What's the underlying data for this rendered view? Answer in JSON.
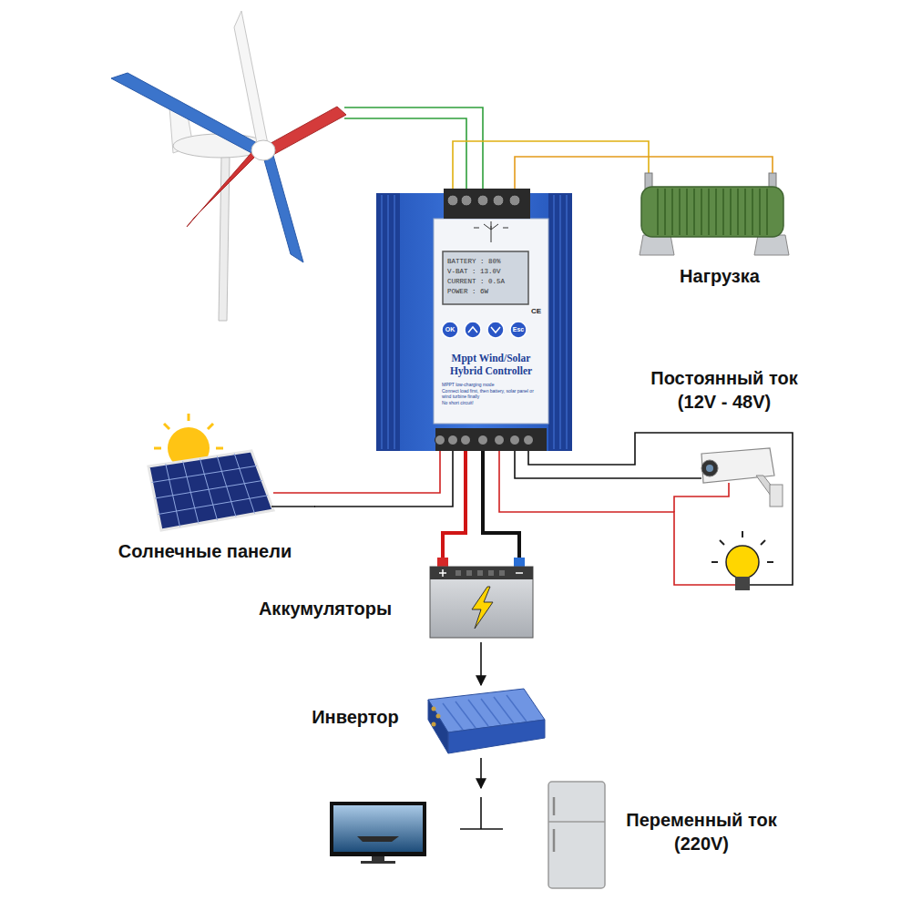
{
  "diagram": {
    "nodes": [
      {
        "text": [
          "Mppt Wind/Solar Hybrid Controller"
        ]
      },
      {
        "text": [
          "Нагрузка"
        ]
      },
      {
        "text": [
          "Постоянный ток (12V - 48V)"
        ]
      },
      {
        "text": [
          "Солнечные панели"
        ]
      },
      {
        "text": [
          "Аккумуляторы"
        ]
      },
      {
        "text": [
          "Инвертор"
        ]
      },
      {
        "text": [
          "Переменный ток (220V)"
        ]
      }
    ],
    "edges": [
      {
        "from": 0,
        "to": 1,
        "arrow": "none"
      },
      {
        "from": 0,
        "to": 2,
        "arrow": "none"
      },
      {
        "from": 3,
        "to": 0,
        "arrow": "none"
      },
      {
        "from": 0,
        "to": 4,
        "arrow": "none"
      },
      {
        "from": 4,
        "to": 5,
        "arrow": "to"
      },
      {
        "from": 5,
        "to": 6,
        "arrow": "to"
      }
    ],
    "labels": [
      "BATTERY : 80%",
      "V-BAT : 13.0V",
      "CURRENT : 0.5A",
      "POWER : 6W",
      "OK",
      "Esc",
      "CE",
      "MPPT low-charging mode",
      "Connect load first, then battery, solar panel or wind turbine finally",
      "No short circuit!"
    ]
  }
}
